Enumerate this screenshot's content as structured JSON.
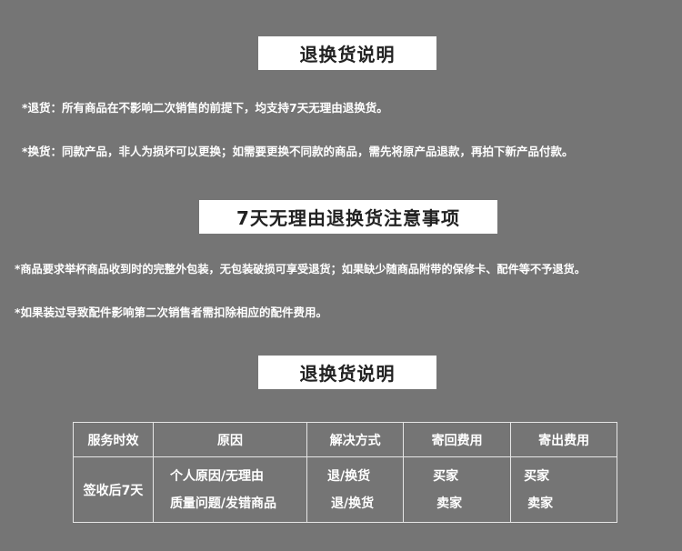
{
  "section1": {
    "title": "退换货说明",
    "return_policy": "*退货：所有商品在不影响二次销售的前提下，均支持7天无理由退换货。",
    "exchange_policy": "*换货：同款产品，非人为损坏可以更换；如需要更换不同款的商品，需先将原产品退款，再拍下新产品付款。"
  },
  "section2": {
    "title": "7天无理由退换货注意事项",
    "note1": "*商品要求举杯商品收到时的完整外包装，无包装破损可享受退货；如果缺少随商品附带的保修卡、配件等不予退货。",
    "note2": "*如果装过导致配件影响第二次销售者需扣除相应的配件费用。"
  },
  "section3": {
    "title": "退换货说明",
    "table": {
      "headers": [
        "服务时效",
        "原因",
        "解决方式",
        "寄回费用",
        "寄出费用"
      ],
      "service_time": "签收后7天",
      "rows": [
        {
          "reason": "个人原因/无理由",
          "solution": "退/换货",
          "return_fee": "买家",
          "send_fee": "买家"
        },
        {
          "reason": "质量问题/发错商品",
          "solution": "退/换货",
          "return_fee": "卖家",
          "send_fee": "卖家"
        }
      ]
    }
  }
}
